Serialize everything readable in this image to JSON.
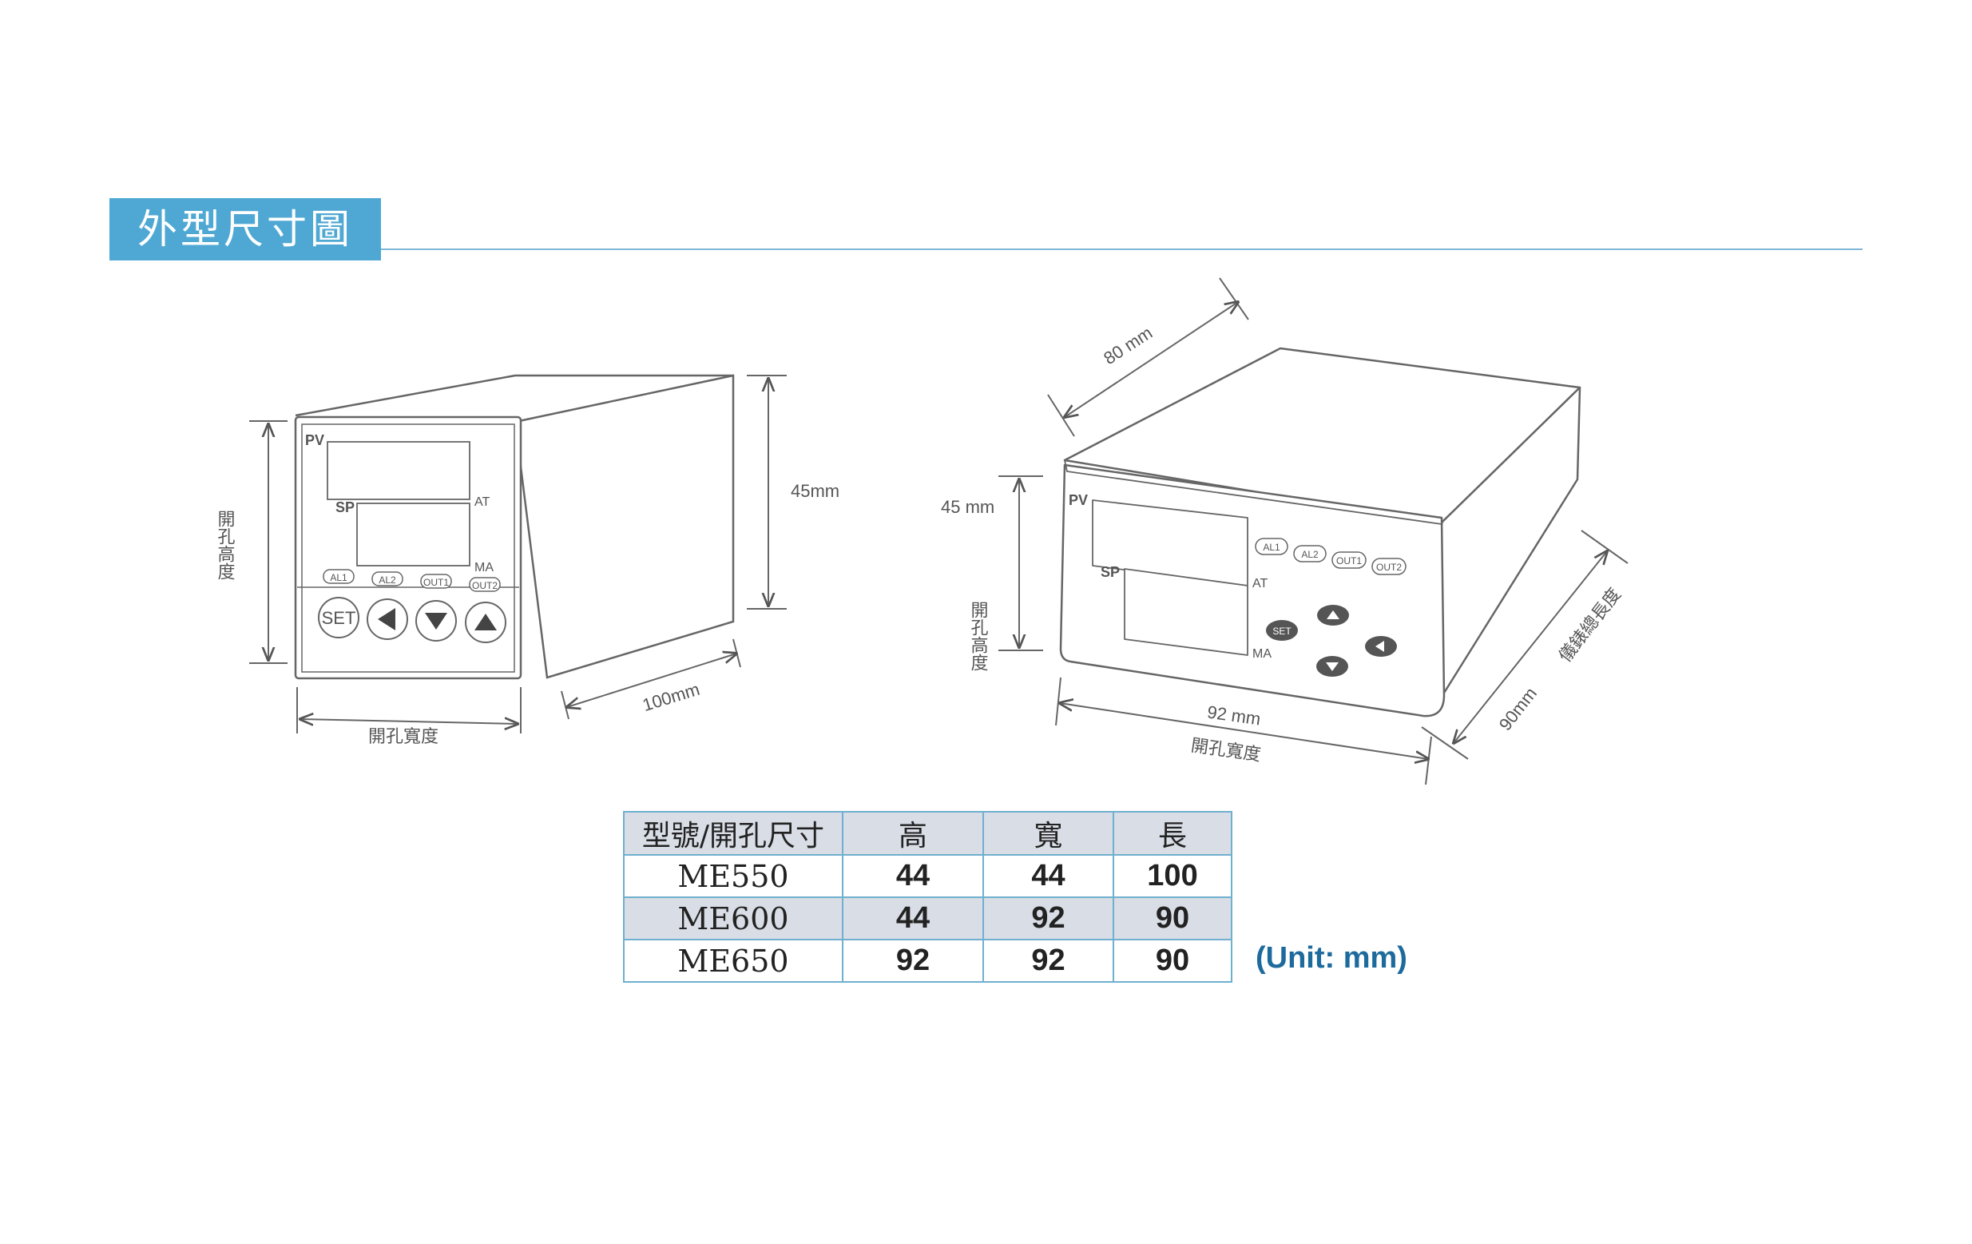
{
  "header": {
    "title": "外型尺寸圖"
  },
  "front_view": {
    "pv": "PV",
    "sp": "SP",
    "at": "AT",
    "ma": "MA",
    "leds": [
      "AL1",
      "AL2",
      "OUT1",
      "OUT2"
    ],
    "set": "SET",
    "height_label": "開孔高度",
    "width_label": "開孔寬度",
    "depth": "100mm",
    "side_height": "45mm"
  },
  "perspective_view": {
    "pv": "PV",
    "sp": "SP",
    "at": "AT",
    "ma": "MA",
    "leds": [
      "AL1",
      "AL2",
      "OUT1",
      "OUT2"
    ],
    "set": "SET",
    "top_depth": "80 mm",
    "height": "45 mm",
    "height_label": "開孔高度",
    "width": "92 mm",
    "width_label": "開孔寬度",
    "length": "90mm",
    "length_label": "儀錶總長度"
  },
  "table": {
    "headers": [
      "型號/開孔尺寸",
      "高",
      "寬",
      "長"
    ],
    "rows": [
      [
        "ME550",
        "44",
        "44",
        "100"
      ],
      [
        "ME600",
        "44",
        "92",
        "90"
      ],
      [
        "ME650",
        "92",
        "92",
        "90"
      ]
    ],
    "unit": "(Unit: mm)"
  }
}
